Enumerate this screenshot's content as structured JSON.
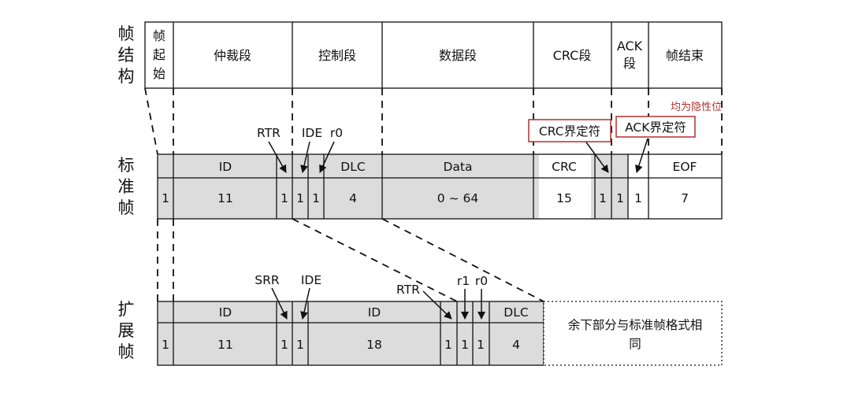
{
  "row_labels": {
    "frame_structure": [
      "帧",
      "结",
      "构"
    ],
    "standard_frame": [
      "标",
      "准",
      "帧"
    ],
    "extended_frame": [
      "扩",
      "展",
      "帧"
    ]
  },
  "top_row": {
    "sof": [
      "帧",
      "起",
      "始"
    ],
    "arbitration": "仲裁段",
    "control": "控制段",
    "data": "数据段",
    "crc": "CRC段",
    "ack_line1": "ACK",
    "ack_line2": "段",
    "eof": "帧结束"
  },
  "standard": {
    "annotations": {
      "rtr": "RTR",
      "ide": "IDE",
      "r0": "r0",
      "crc_delim": "CRC界定符",
      "ack_delim": "ACK界定符",
      "recessive_note": "均为隐性位"
    },
    "names": {
      "id": "ID",
      "dlc": "DLC",
      "data": "Data",
      "crc": "CRC",
      "eof": "EOF"
    },
    "bits": {
      "sof": "1",
      "id": "11",
      "rtr": "1",
      "ide": "1",
      "r0": "1",
      "dlc": "4",
      "data": "0 ~ 64",
      "crc": "15",
      "crc_delim": "1",
      "ack_slot": "1",
      "ack_delim": "1",
      "eof": "7"
    }
  },
  "extended": {
    "annotations": {
      "srr": "SRR",
      "ide": "IDE",
      "rtr": "RTR",
      "r1": "r1",
      "r0": "r0"
    },
    "names": {
      "id_base": "ID",
      "id_ext": "ID",
      "dlc": "DLC"
    },
    "bits": {
      "sof": "1",
      "id_base": "11",
      "srr": "1",
      "ide": "1",
      "id_ext": "18",
      "rtr": "1",
      "r1": "1",
      "r0": "1",
      "dlc": "4"
    },
    "remainder_note_line1": "余下部分与标准帧格式相",
    "remainder_note_line2": "同"
  },
  "colors": {
    "fill": "#dcdcdc",
    "stroke": "#111111",
    "highlight_box": "#b03030"
  }
}
